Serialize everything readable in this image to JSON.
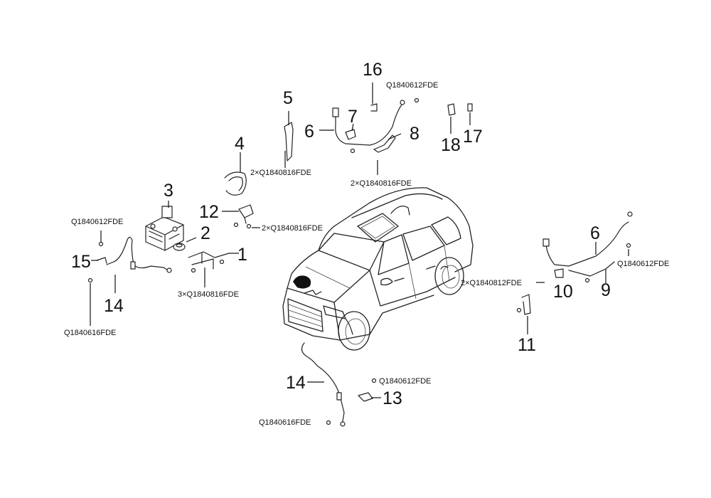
{
  "callouts": {
    "n1": "1",
    "n2": "2",
    "n3": "3",
    "n4": "4",
    "n5": "5",
    "n6a": "6",
    "n6b": "6",
    "n7": "7",
    "n8": "8",
    "n9": "9",
    "n10": "10",
    "n11": "11",
    "n12": "12",
    "n13": "13",
    "n14a": "14",
    "n14b": "14",
    "n15": "15",
    "n16": "16",
    "n17": "17",
    "n18": "18"
  },
  "fasteners": {
    "f_left_top": "Q1840612FDE",
    "f_left_bottom": "Q1840616FDE",
    "f_bracket_1": "3×Q1840816FDE",
    "f_part12": "2×Q1840816FDE",
    "f_part4": "2×Q1840816FDE",
    "f_part8": "2×Q1840816FDE",
    "f_part16": "Q1840612FDE",
    "f_right_top": "Q1840612FDE",
    "f_part10": "2×Q1840812FDE",
    "f_part13": "Q1840612FDE",
    "f_bottom": "Q1840616FDE"
  }
}
